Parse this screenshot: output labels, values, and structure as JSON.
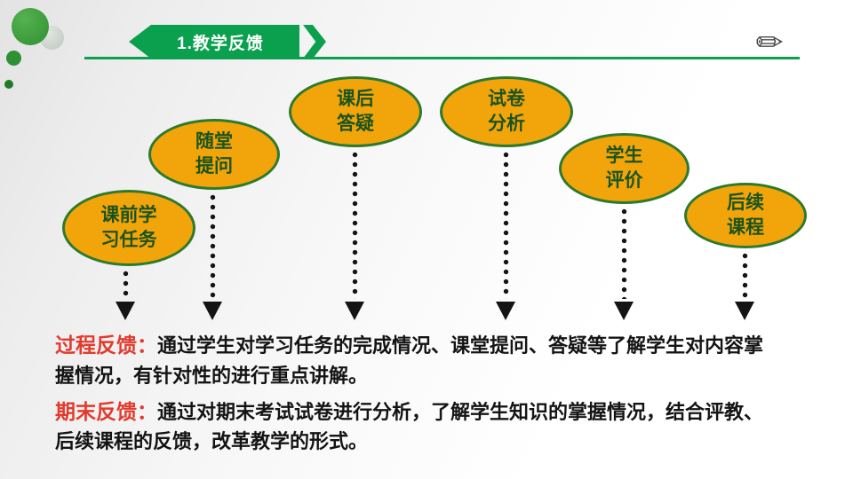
{
  "slide": {
    "header": {
      "title": "1.教学反馈"
    },
    "icons": {
      "pencil": "✎"
    },
    "bubbles": [
      {
        "line1": "课前学",
        "line2": "习任务"
      },
      {
        "line1": "随堂",
        "line2": "提问"
      },
      {
        "line1": "课后",
        "line2": "答疑"
      },
      {
        "line1": "试卷",
        "line2": "分析"
      },
      {
        "line1": "学生",
        "line2": "评价"
      },
      {
        "line1": "后续",
        "line2": "课程"
      }
    ],
    "feedback": [
      {
        "label": "过程反馈：",
        "text": "通过学生对学习任务的完成情况、课堂提问、答疑等了解学生对内容掌握情况，有针对性的进行重点讲解。"
      },
      {
        "label": "期末反馈：",
        "text": "通过对期末考试试卷进行分析，了解学生知识的掌握情况，结合评教、后续课程的反馈，改革教学的形式。"
      }
    ],
    "colors": {
      "accent_green": "#0aa04e",
      "bubble_fill": "#f1a50a",
      "bubble_border": "#2d7a2d",
      "bubble_text": "#1c531c",
      "label_red": "#e23b2e",
      "arrow_black": "#141414"
    }
  }
}
